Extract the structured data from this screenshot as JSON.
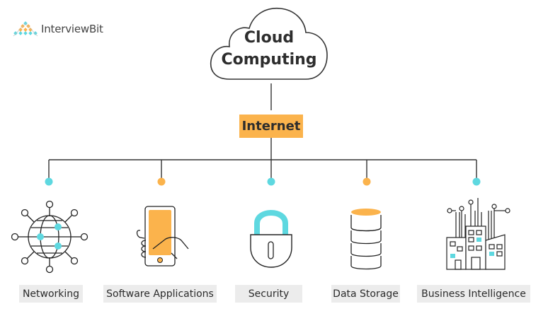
{
  "logo": {
    "text": "InterviewBit",
    "icon": "interviewbit-logo-icon"
  },
  "root": {
    "title_line1": "Cloud",
    "title_line2": "Computing",
    "icon": "cloud-icon"
  },
  "hub": {
    "label": "Internet"
  },
  "colors": {
    "accent_orange": "#fbb34c",
    "accent_cyan": "#5ed8e0",
    "line": "#333333",
    "label_bg": "#ececec"
  },
  "branches": [
    {
      "label": "Networking",
      "icon": "globe-network-icon",
      "dot_color": "cyan"
    },
    {
      "label": "Software Applications",
      "icon": "smartphone-hand-icon",
      "dot_color": "orange"
    },
    {
      "label": "Security",
      "icon": "padlock-icon",
      "dot_color": "cyan"
    },
    {
      "label": "Data Storage",
      "icon": "database-icon",
      "dot_color": "orange"
    },
    {
      "label": "Business Intelligence",
      "icon": "city-buildings-icon",
      "dot_color": "cyan"
    }
  ]
}
